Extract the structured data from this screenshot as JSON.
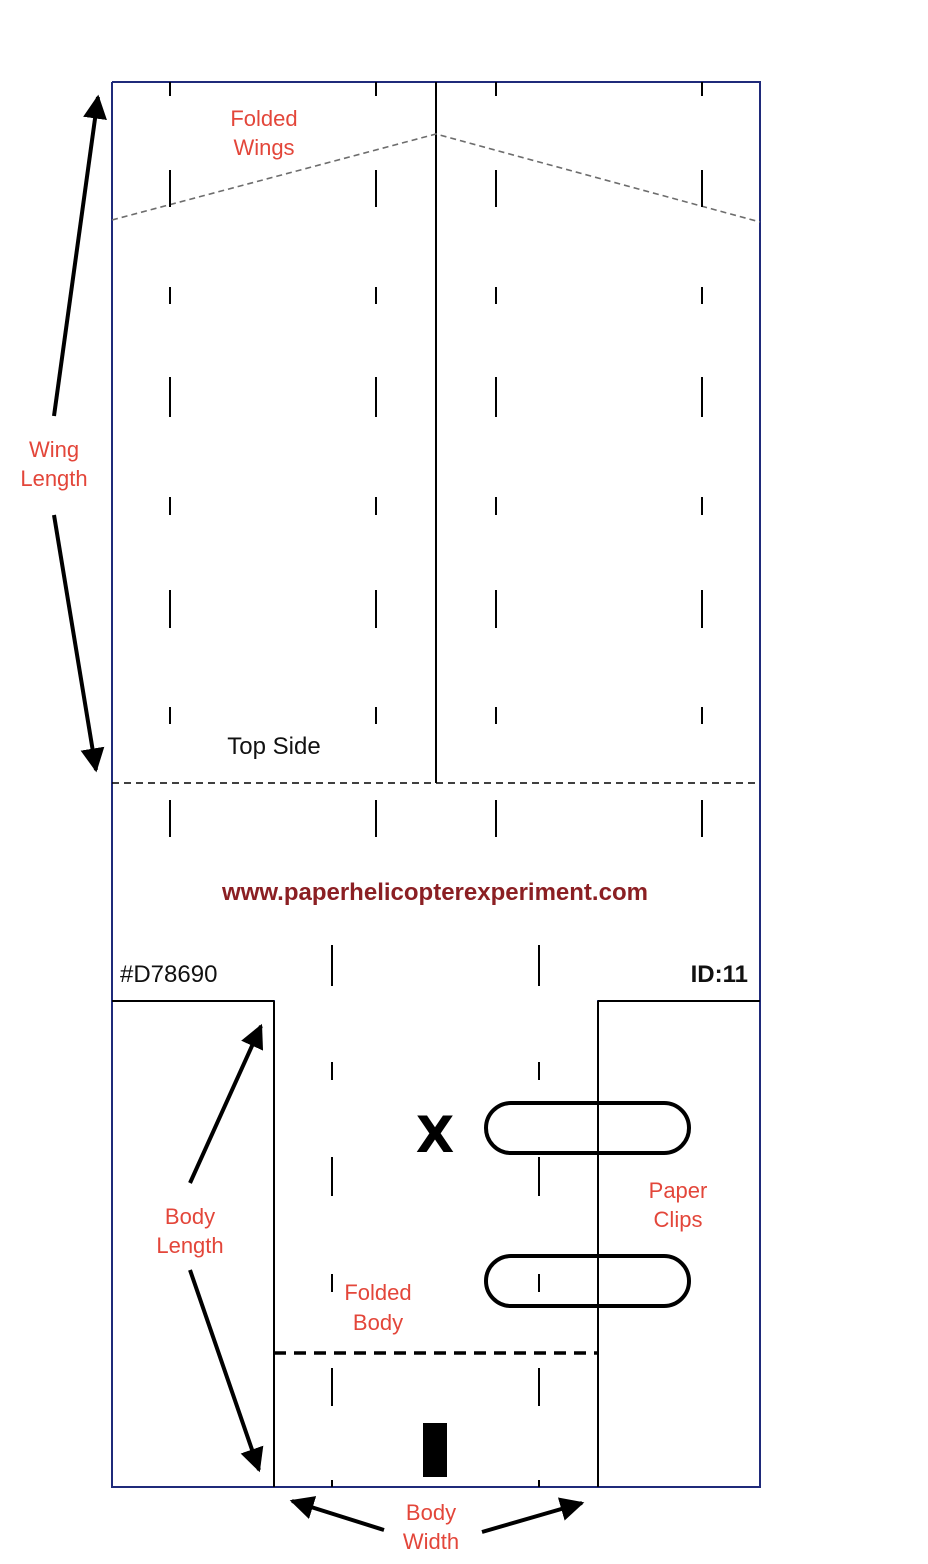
{
  "labels": {
    "folded_wings": [
      "Folded",
      "Wings"
    ],
    "wing_length": [
      "Wing",
      "Length"
    ],
    "top_side": "Top Side",
    "website": "www.paperhelicopterexperiment.com",
    "code": "#D78690",
    "id": "ID:11",
    "x_mark": "X",
    "paper_clips": [
      "Paper",
      "Clips"
    ],
    "body_length": [
      "Body",
      "Length"
    ],
    "folded_body": [
      "Folded",
      "Body"
    ],
    "body_width": [
      "Body",
      "Width"
    ]
  },
  "colors": {
    "annotation": "#e3463a",
    "outline": "#1f2a7a",
    "website": "#8b1f23",
    "ink": "#000000"
  }
}
